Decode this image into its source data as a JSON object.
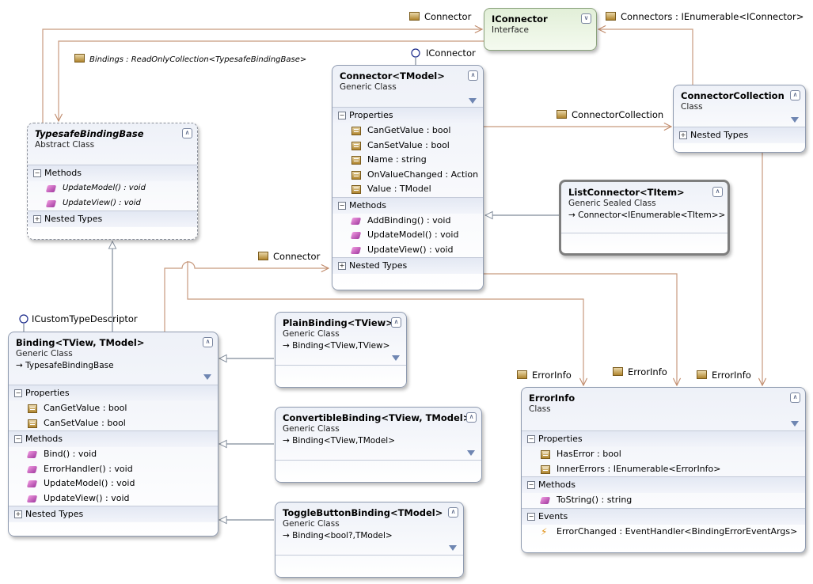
{
  "colors": {
    "inheritance": "#7f8a99",
    "association": "#c89a7e",
    "border": "#8f9bb0",
    "header_bg": "#eef1f8"
  },
  "icons": {
    "property": "property-icon",
    "method": "method-icon",
    "event": "event-icon",
    "collapse": "chevron-collapse-icon",
    "filter": "filter-icon"
  },
  "classes": {
    "iconnector": {
      "name": "IConnector",
      "kind": "Interface"
    },
    "connector": {
      "name": "Connector<TModel>",
      "kind": "Generic Class",
      "sections": {
        "properties": "Properties",
        "methods": "Methods",
        "nested": "Nested Types"
      },
      "properties": [
        "CanGetValue : bool",
        "CanSetValue : bool",
        "Name : string",
        "OnValueChanged : Action",
        "Value : TModel"
      ],
      "methods": [
        "AddBinding() : void",
        "UpdateModel() : void",
        "UpdateView() : void"
      ]
    },
    "connector_collection": {
      "name": "ConnectorCollection",
      "kind": "Class",
      "sections": {
        "nested": "Nested Types"
      }
    },
    "typesafe_binding_base": {
      "name": "TypesafeBindingBase",
      "kind": "Abstract Class",
      "sections": {
        "methods": "Methods",
        "nested": "Nested Types"
      },
      "methods": [
        "UpdateModel() : void",
        "UpdateView() : void"
      ]
    },
    "list_connector": {
      "name": "ListConnector<TItem>",
      "kind": "Generic Sealed Class",
      "base": "Connector<IEnumerable<TItem>>"
    },
    "binding": {
      "name": "Binding<TView, TModel>",
      "kind": "Generic Class",
      "base": "TypesafeBindingBase",
      "sections": {
        "properties": "Properties",
        "methods": "Methods",
        "nested": "Nested Types"
      },
      "properties": [
        "CanGetValue : bool",
        "CanSetValue : bool"
      ],
      "methods": [
        "Bind() : void",
        "ErrorHandler() : void",
        "UpdateModel() : void",
        "UpdateView() : void"
      ]
    },
    "plain_binding": {
      "name": "PlainBinding<TView>",
      "kind": "Generic Class",
      "base": "Binding<TView,TView>"
    },
    "convertible_binding": {
      "name": "ConvertibleBinding<TView, TModel>",
      "kind": "Generic Class",
      "base": "Binding<TView,TModel>"
    },
    "toggle_button_binding": {
      "name": "ToggleButtonBinding<TModel>",
      "kind": "Generic Class",
      "base": "Binding<bool?,TModel>"
    },
    "error_info": {
      "name": "ErrorInfo",
      "kind": "Class",
      "sections": {
        "properties": "Properties",
        "methods": "Methods",
        "events": "Events"
      },
      "properties": [
        "HasError : bool",
        "InnerErrors : IEnumerable<ErrorInfo>"
      ],
      "methods": [
        "ToString() : string"
      ],
      "events": [
        "ErrorChanged : EventHandler<BindingErrorEventArgs>"
      ]
    }
  },
  "labels": {
    "connector_to_iconnector": "Connector",
    "connectors": "Connectors : IEnumerable<IConnector>",
    "bindings": "Bindings : ReadOnlyCollection<TypesafeBindingBase>",
    "lollipop_iconnector": "IConnector",
    "connector_collection_assoc": "ConnectorCollection",
    "binding_connector": "Connector",
    "lollipop_icustom": "ICustomTypeDescriptor",
    "error_info_1": "ErrorInfo",
    "error_info_2": "ErrorInfo",
    "error_info_3": "ErrorInfo"
  }
}
